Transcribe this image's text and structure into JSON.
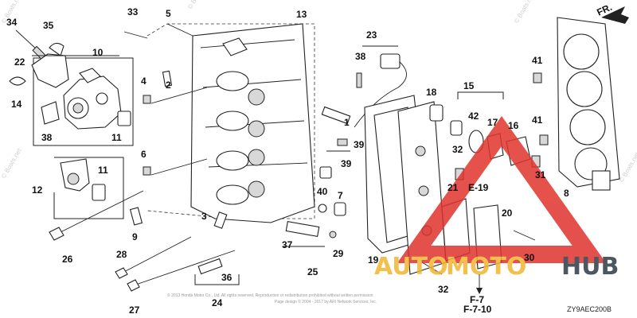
{
  "callouts": {
    "c1": "1",
    "c2": "2",
    "c3": "3",
    "c4": "4",
    "c5": "5",
    "c6": "6",
    "c7": "7",
    "c8": "8",
    "c9": "9",
    "c10": "10",
    "c11a": "11",
    "c11b": "11",
    "c12": "12",
    "c13": "13",
    "c14": "14",
    "c15": "15",
    "c16": "16",
    "c17": "17",
    "c18": "18",
    "c19": "19",
    "c20": "20",
    "c21": "21",
    "c22": "22",
    "c23": "23",
    "c24": "24",
    "c25": "25",
    "c26": "26",
    "c27": "27",
    "c28": "28",
    "c29": "29",
    "c30": "30",
    "c31": "31",
    "c32": "32",
    "c33": "33",
    "c34": "34",
    "c35": "35",
    "c36": "36",
    "c37": "37",
    "c38a": "38",
    "c38b": "38",
    "c39a": "39",
    "c39b": "39",
    "c40": "40",
    "c41a": "41",
    "c41b": "41",
    "c42": "42"
  },
  "references": {
    "e19": "E-19",
    "f7": "F-7",
    "f710": "F-7-10"
  },
  "direction_label": "FR.",
  "diagram_code": "ZY9AEC200B",
  "copyright_line_1": "© 2013 Honda Motor Co., Ltd. All rights reserved. Reproduction or redistribution prohibited without written permission",
  "copyright_line_2": "Page design © 2004 - 2017 by ARI Network Services, Inc.",
  "watermark": {
    "brand_left": "AUTO",
    "brand_right": "HUB",
    "accent_color": "#e0322c",
    "gold_color": "#f2b632",
    "dark_color": "#2f3a46",
    "side_marks": [
      "© Boats.net",
      "© Boats.net",
      "© Boats.net",
      "© Boats.net",
      "© Boats.net"
    ]
  }
}
